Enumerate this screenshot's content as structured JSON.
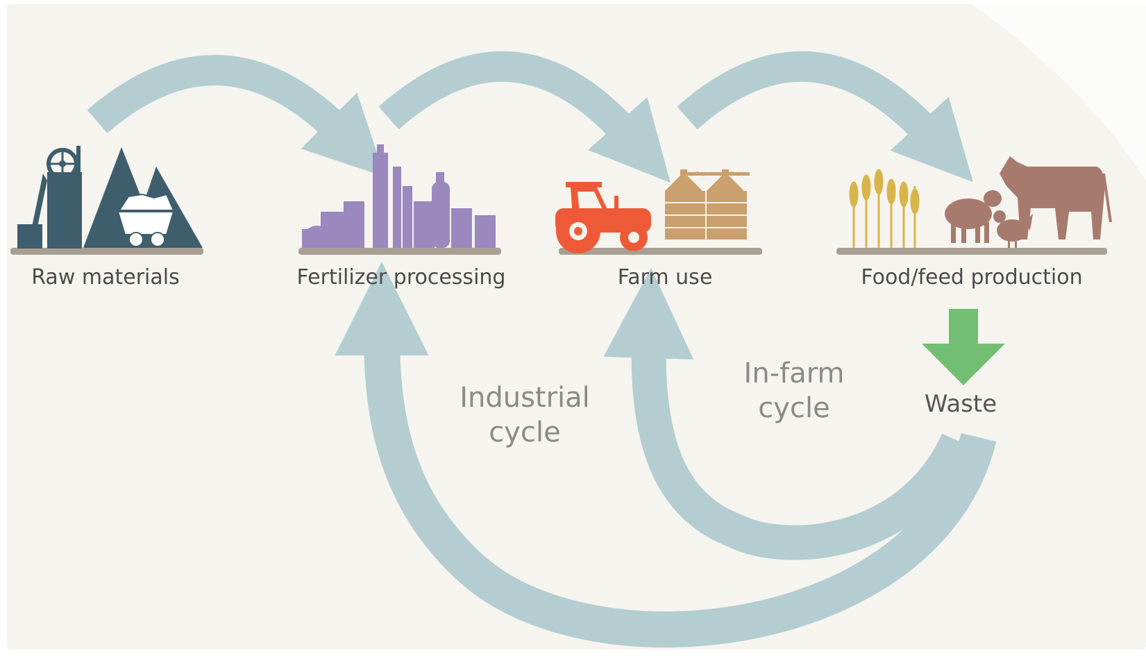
{
  "stages": {
    "raw": "Raw materials",
    "fert": "Fertilizer processing",
    "farm": "Farm use",
    "food": "Food/feed production"
  },
  "waste": "Waste",
  "industrial": {
    "line1": "Industrial",
    "line2": "cycle"
  },
  "infarm": {
    "line1": "In-farm",
    "line2": "cycle"
  },
  "colors": {
    "background": "#f6f4ee",
    "arrow": "#b4cdd1",
    "raw": "#3e5e6e",
    "fert": "#9a88bf",
    "tractor": "#ee5a37",
    "silo": "#c9a06e",
    "livestock": "#a67b6e",
    "crops": "#d8b54a",
    "waste_arrow": "#72bf74",
    "ground": "#a89f92"
  },
  "icons": [
    "mine-icon",
    "factory-icon",
    "tractor-icon",
    "silo-icon",
    "wheat-icon",
    "sheep-icon",
    "cow-icon",
    "chicken-icon"
  ]
}
